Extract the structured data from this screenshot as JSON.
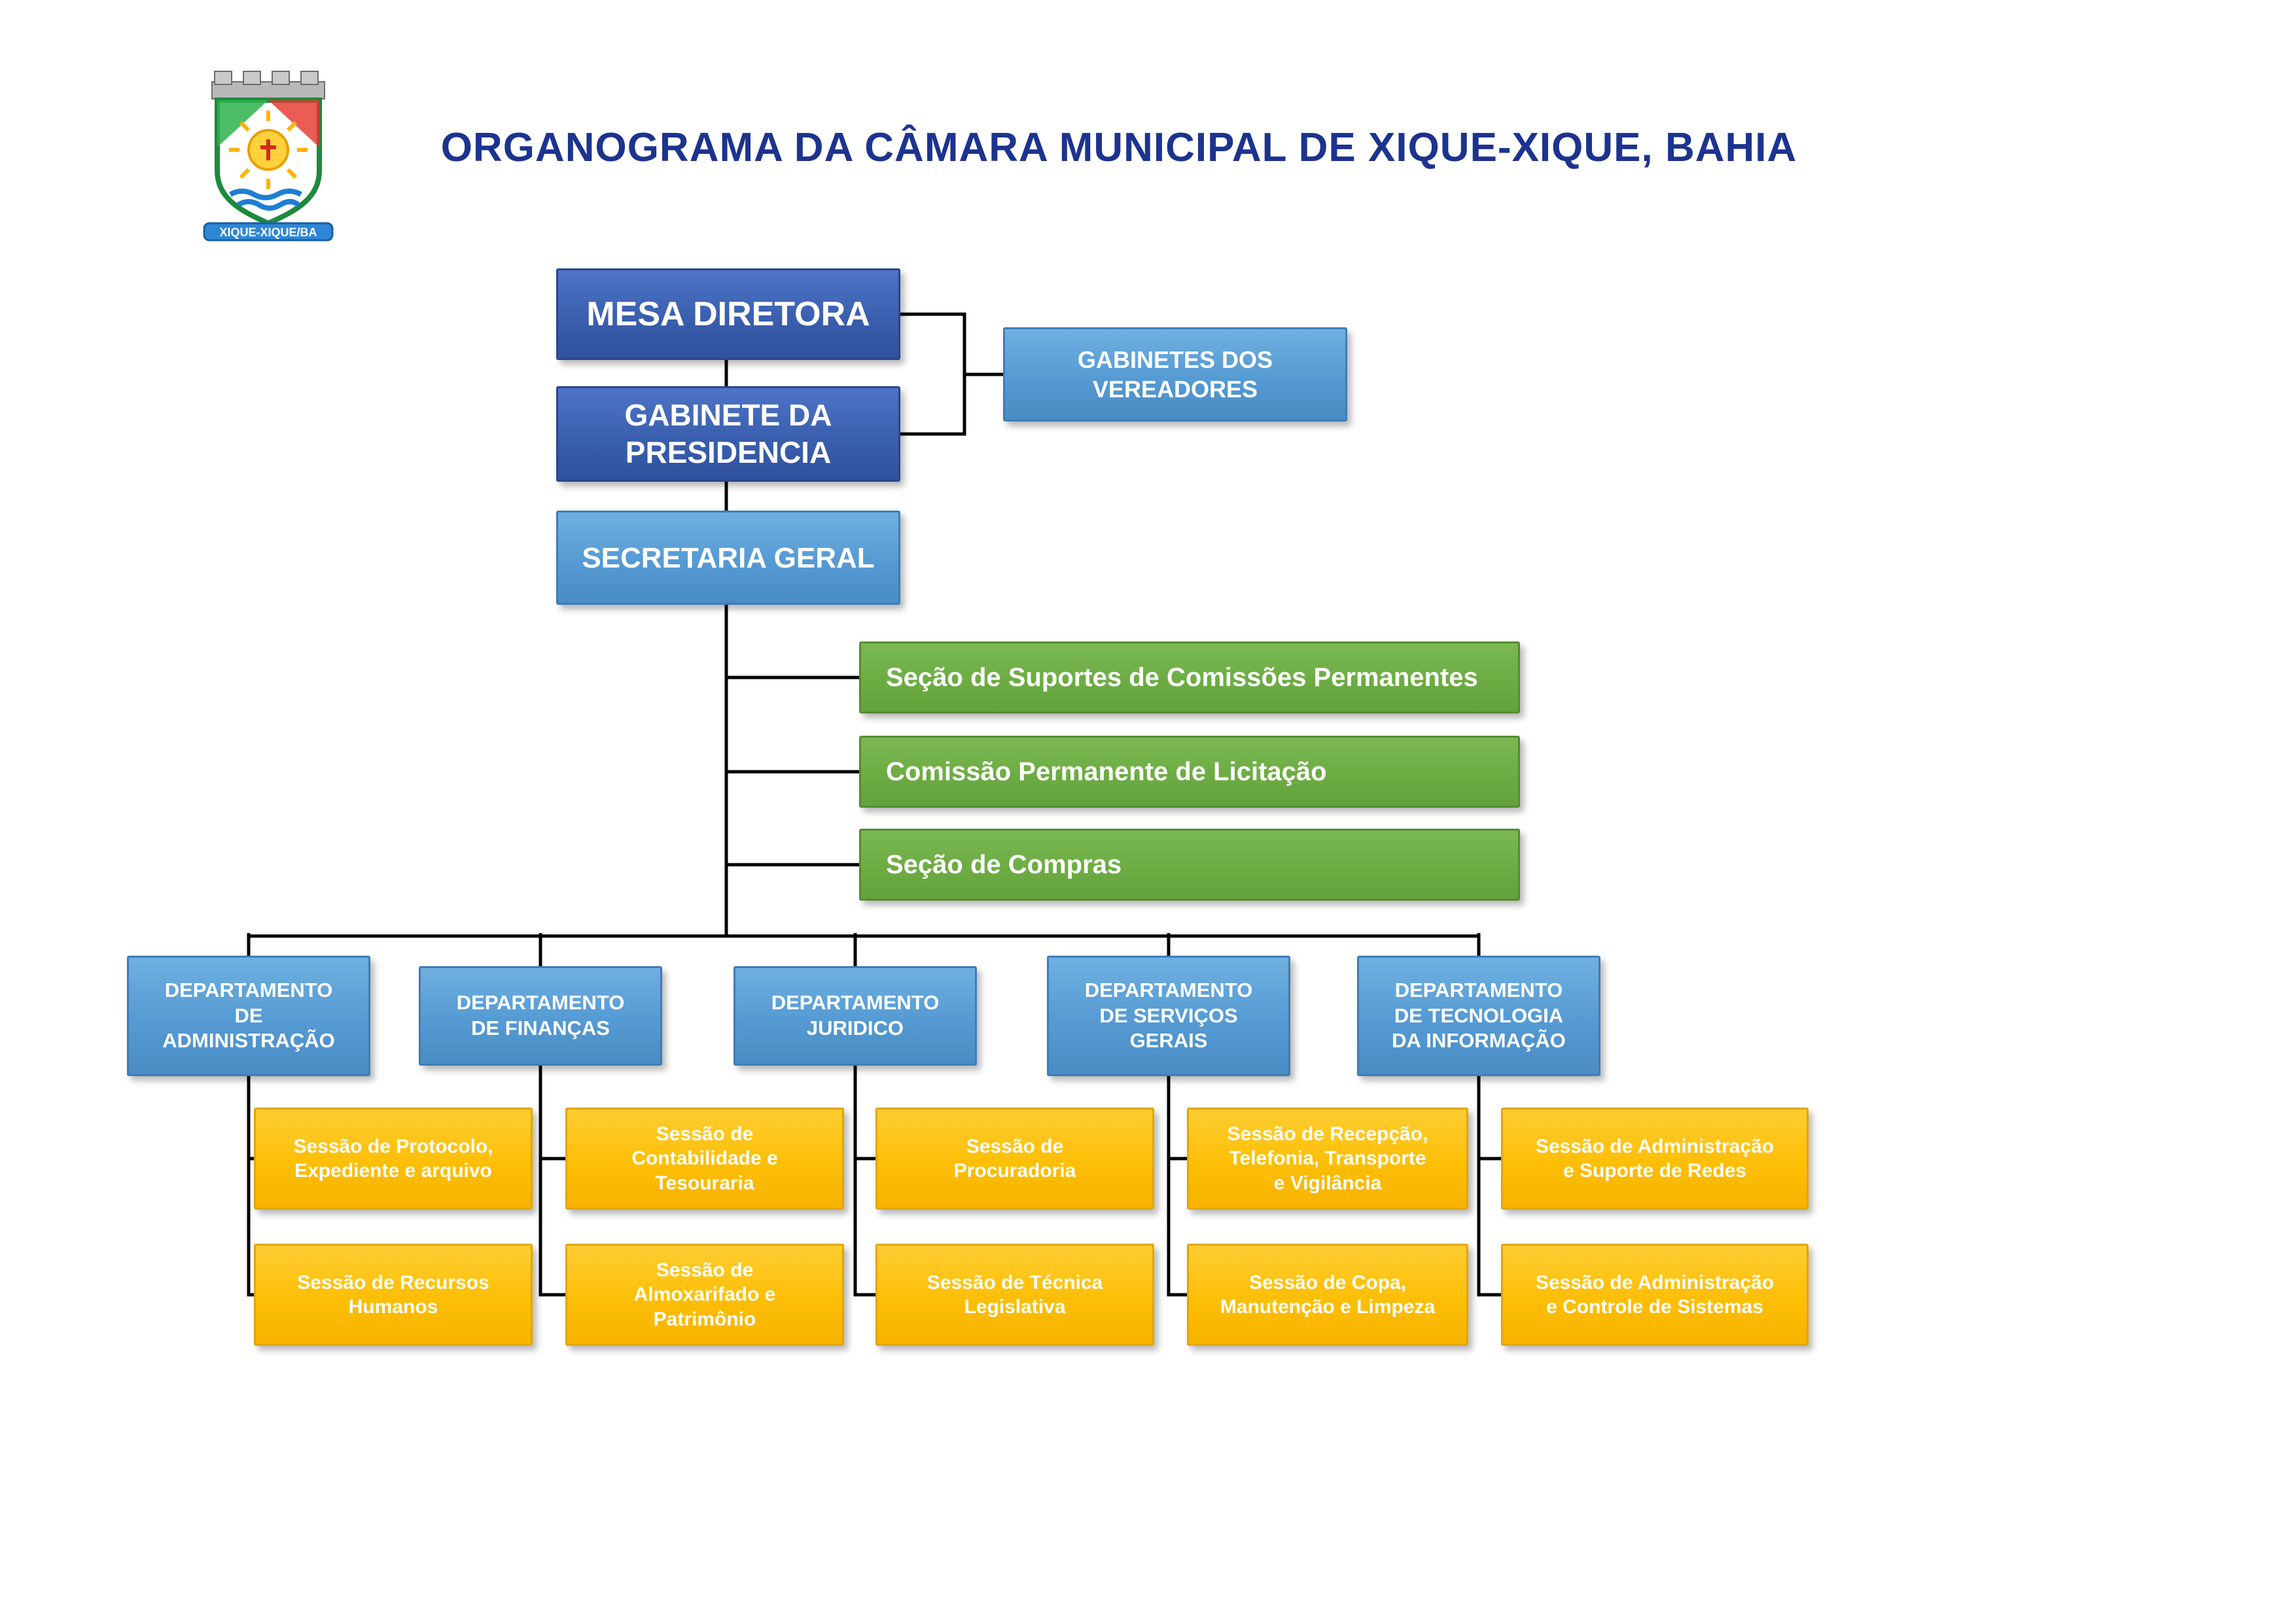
{
  "title": "ORGANOGRAMA DA CÂMARA MUNICIPAL DE XIQUE-XIQUE, BAHIA",
  "logo": {
    "banner": "XIQUE-XIQUE/BA"
  },
  "nodes": {
    "mesa_diretora": "MESA DIRETORA",
    "gabinetes_vereadores": "GABINETES DOS\nVEREADORES",
    "gabinete_presidencia": "GABINETE DA\nPRESIDENCIA",
    "secretaria_geral": "SECRETARIA GERAL"
  },
  "sections": [
    "Seção de Suportes de Comissões Permanentes",
    "Comissão Permanente de Licitação",
    "Seção de Compras"
  ],
  "departments": [
    {
      "label": "DEPARTAMENTO\nDE\nADMINISTRAÇÃO",
      "children": [
        "Sessão de Protocolo,\nExpediente e arquivo",
        "Sessão de Recursos\nHumanos"
      ]
    },
    {
      "label": "DEPARTAMENTO\nDE FINANÇAS",
      "children": [
        "Sessão de\nContabilidade e\nTesouraria",
        "Sessão de\nAlmoxarifado e\nPatrimônio"
      ]
    },
    {
      "label": "DEPARTAMENTO\nJURIDICO",
      "children": [
        "Sessão de\nProcuradoria",
        "Sessão de Técnica\nLegislativa"
      ]
    },
    {
      "label": "DEPARTAMENTO\nDE SERVIÇOS\nGERAIS",
      "children": [
        "Sessão de Recepção,\nTelefonia, Transporte\ne Vigilância",
        "Sessão de Copa,\nManutenção e Limpeza"
      ]
    },
    {
      "label": "DEPARTAMENTO\nDE TECNOLOGIA\nDA INFORMAÇÃO",
      "children": [
        "Sessão de Administração\ne Suporte de Redes",
        "Sessão de Administração\ne Controle de Sistemas"
      ]
    }
  ],
  "colors": {
    "title": "#1c338f",
    "dark_blue": "#3a5fae",
    "mid_blue": "#5b9bd5",
    "green": "#70ad47",
    "yellow": "#ffc000",
    "line": "#000000"
  }
}
